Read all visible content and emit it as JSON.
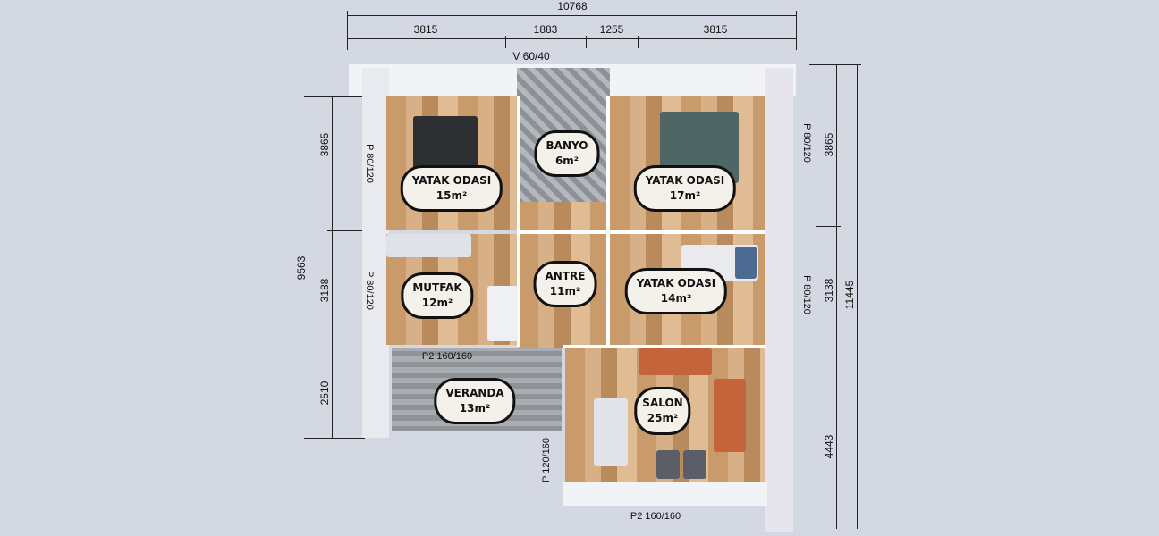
{
  "dimensions": {
    "top_total": "10768",
    "top_segments": [
      "3815",
      "1883",
      "1255",
      "3815"
    ],
    "left_total": "9563",
    "left_segments": [
      "3865",
      "3188",
      "2510"
    ],
    "right_total": "11445",
    "right_segments": [
      "3865",
      "3138",
      "4443"
    ]
  },
  "openings": {
    "bath_window": "V 60/40",
    "left_window_1": "P 80/120",
    "left_window_2": "P 80/120",
    "right_window_1": "P 80/120",
    "right_window_2": "P 80/120",
    "veranda_door": "P2 160/160",
    "side_window": "P 120/160",
    "salon_door": "P2 160/160"
  },
  "rooms": [
    {
      "name": "YATAK ODASI",
      "area": "15m²"
    },
    {
      "name": "BANYO",
      "area": "6m²"
    },
    {
      "name": "YATAK ODASI",
      "area": "17m²"
    },
    {
      "name": "MUTFAK",
      "area": "12m²"
    },
    {
      "name": "ANTRE",
      "area": "11m²"
    },
    {
      "name": "YATAK ODASI",
      "area": "14m²"
    },
    {
      "name": "VERANDA",
      "area": "13m²"
    },
    {
      "name": "SALON",
      "area": "25m²"
    }
  ],
  "colors": {
    "background": "#d3d8e2",
    "wood": "#c99a6a",
    "tile": "#9a9ea3",
    "sofa": "#c4643a"
  }
}
